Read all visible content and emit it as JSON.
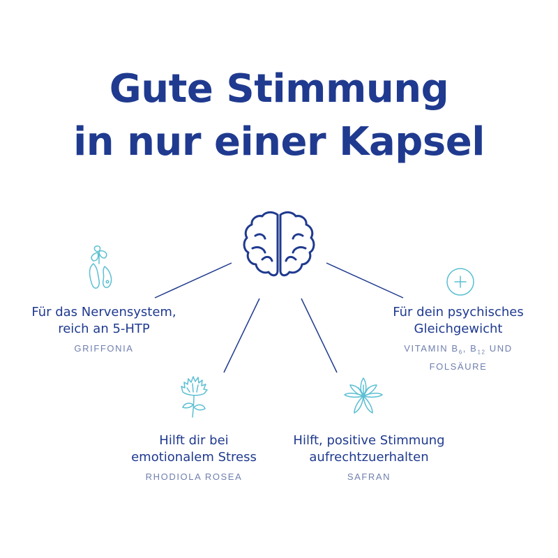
{
  "title": {
    "line1": "Gute Stimmung",
    "line2": "in nur einer Kapsel"
  },
  "colors": {
    "navy": "#1f3a8f",
    "cyan": "#5bbfd2",
    "muted": "#6f7fae"
  },
  "icons": {
    "center": "brain-icon",
    "griffonia": "seed-pod-icon",
    "vitamin": "plus-circle-icon",
    "rhodiola": "flower-icon",
    "safran": "crocus-flower-icon"
  },
  "benefits": {
    "griffonia": {
      "line1": "Für das Nervensystem,",
      "line2": "reich an 5-HTP",
      "ingredient": "GRIFFONIA"
    },
    "vitamin": {
      "line1": "Für dein psychisches",
      "line2": "Gleichgewicht",
      "vit_prefix": "VITAMIN B",
      "b6": "6",
      "sep": ", B",
      "b12": "12",
      "und": " UND",
      "line4": "FOLSÄURE"
    },
    "rhodiola": {
      "line1": "Hilft dir bei",
      "line2": "emotionalem Stress",
      "ingredient": "RHODIOLA ROSEA"
    },
    "safran": {
      "line1": "Hilft, positive Stimmung",
      "line2": "aufrechtzuerhalten",
      "ingredient": "SAFRAN"
    }
  }
}
